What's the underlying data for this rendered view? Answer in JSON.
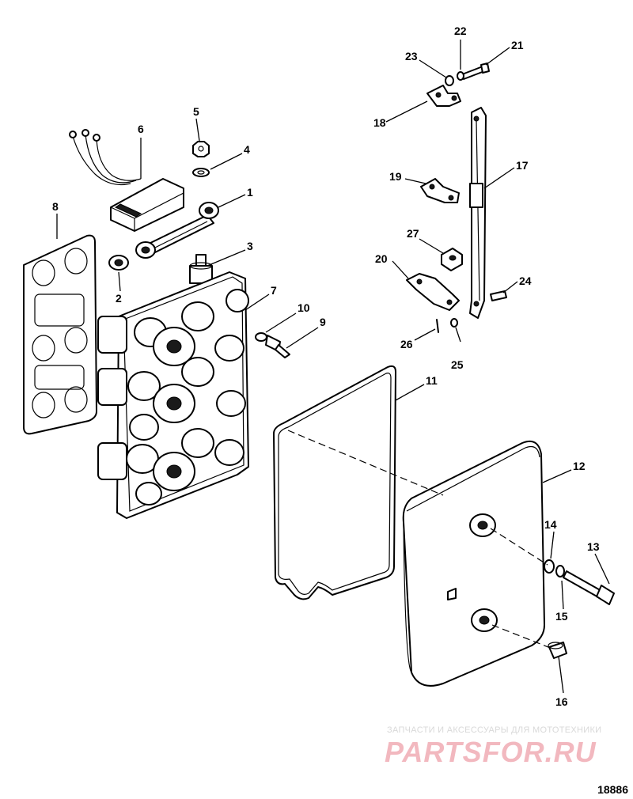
{
  "callouts": {
    "n1": "1",
    "n2": "2",
    "n3": "3",
    "n4": "4",
    "n5": "5",
    "n6": "6",
    "n7": "7",
    "n8": "8",
    "n9": "9",
    "n10": "10",
    "n11": "11",
    "n12": "12",
    "n13": "13",
    "n14": "14",
    "n15": "15",
    "n16": "16",
    "n17": "17",
    "n18": "18",
    "n19": "19",
    "n20": "20",
    "n21": "21",
    "n22": "22",
    "n23": "23",
    "n24": "24",
    "n25": "25",
    "n26": "26",
    "n27": "27"
  },
  "reference_number": "18886",
  "watermark": {
    "tagline": "ЗАПЧАСТИ И АКСЕССУАРЫ ДЛЯ МОТОТЕХНИКИ",
    "brand": "PARTSFOR.RU"
  }
}
